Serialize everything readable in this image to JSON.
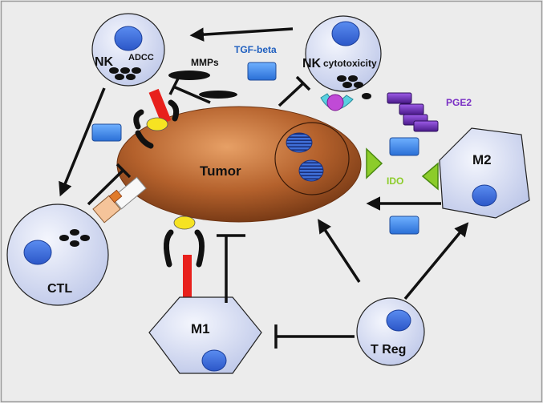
{
  "labels": {
    "tumor": "Tumor",
    "nk_left": "NK",
    "adcc": "ADCC",
    "nk_right": "NK",
    "cytotoxicity": "cytotoxicity",
    "mmps": "MMPs",
    "tgf_beta": "TGF-beta",
    "pge2": "PGE2",
    "ido": "IDO",
    "m2": "M2",
    "m1": "M1",
    "ctl": "CTL",
    "treg": "T Reg"
  },
  "colors": {
    "background": "#ececec",
    "cell_fill": "#d6dcf2",
    "nucleus": "#3f6fd8",
    "tumor": "#b4612c",
    "red_link": "#e8201c",
    "tgf_blue": "#1f5fbf",
    "pge2_purple": "#7a2fc4",
    "ido_green": "#8ccc2a",
    "receptor_cyan": "#58d0e0"
  }
}
